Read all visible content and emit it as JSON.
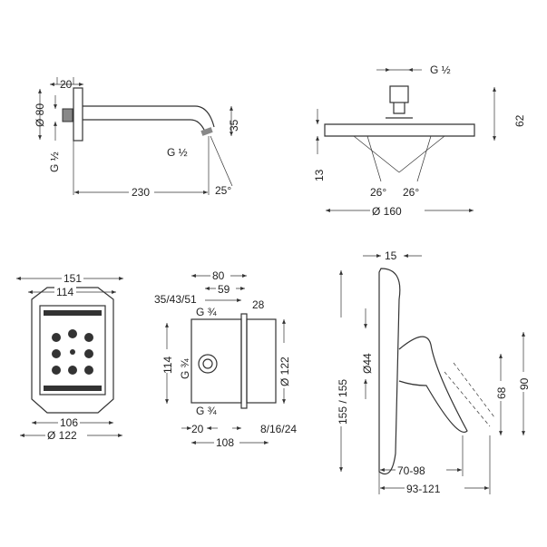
{
  "shower_arm": {
    "flange_depth": "20",
    "flange_diameter": "Ø 80",
    "wall_thread": "G ½",
    "outlet_thread": "G ½",
    "drop": "35",
    "length": "230",
    "angle": "25°"
  },
  "shower_head": {
    "thread": "G ½",
    "height": "62",
    "plate_thickness": "13",
    "angle_left": "26°",
    "angle_right": "26°",
    "diameter": "Ø 160"
  },
  "box_front": {
    "outer_width": "151",
    "inner_width": "114",
    "bottom_width": "106",
    "diameter": "Ø 122"
  },
  "box_side": {
    "depth": "80",
    "inner_depth": "59",
    "wall_depth": "35/43/51",
    "plaster": "28",
    "thread_top": "G ¾",
    "thread_mid": "G ¾",
    "thread_bottom": "G ¾",
    "height": "114",
    "diameter": "Ø 122",
    "offset": "20",
    "adjust": "8/16/24",
    "total_depth": "108"
  },
  "mixer": {
    "lever_width": "15",
    "plate_height": "155 / 155",
    "diameter": "Ø44",
    "lever_height": "68",
    "lever_total": "90",
    "projection": "70-98",
    "total_projection": "93-121"
  }
}
